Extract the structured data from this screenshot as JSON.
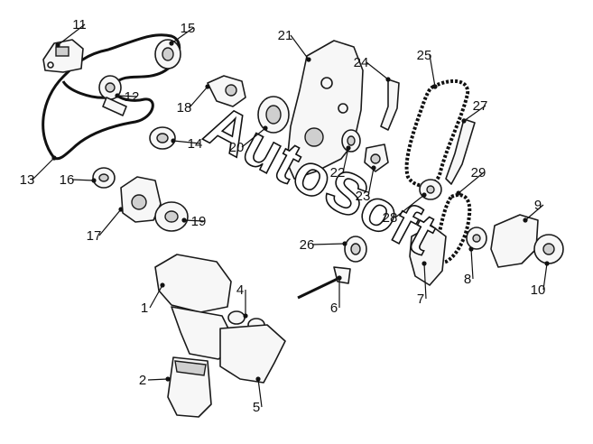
{
  "watermark": "AutoSoft",
  "callouts": [
    "1",
    "2",
    "4",
    "5",
    "6",
    "7",
    "8",
    "9",
    "10",
    "11",
    "12",
    "13",
    "14",
    "15",
    "16",
    "17",
    "18",
    "19",
    "20",
    "21",
    "22",
    "23",
    "24",
    "25",
    "26",
    "27",
    "28",
    "29"
  ]
}
